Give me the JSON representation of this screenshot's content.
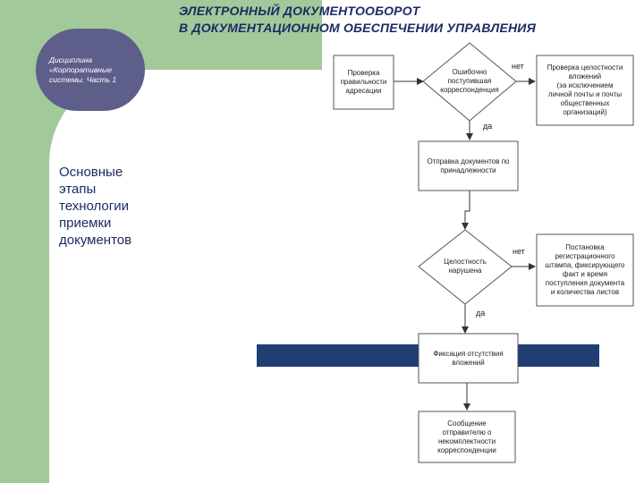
{
  "header": {
    "line1": "ЭЛЕКТРОННЫЙ  ДОКУМЕНТООБОРОТ",
    "line2": "В ДОКУМЕНТАЦИОННОМ ОБЕСПЕЧЕНИИ УПРАВЛЕНИЯ"
  },
  "discipline": "Дисциплина\n«Корпоративные\nсистемы. Часть 1",
  "main_label": "Основные\nэтапы\nтехнологии\nприемки\nдокументов",
  "nodes": {
    "check_address": "Проверка\nправильности\nадресации",
    "wrong_delivery": "Ошибочно\nпоступившая\nкорреспонденция",
    "integrity_check": "Проверка целостности\nвложений\n(за исключением\nличной почты и почты\nобщественных\nорганизаций)",
    "forward": "Отправка документов по\nпринадлежности",
    "integrity_broken": "Целостность\nнарушена",
    "stamp": "Постановка\nрегистрационного\nштампа, фиксирующего\nфакт и время\nпоступления документа\nи количества листов",
    "fix_missing": "Фиксация отсутствия\nвложений",
    "notify_sender": "Сообщение\nотправителю о\nнекомплектности\nкорреспонденции"
  },
  "edge_labels": {
    "no1": "нет",
    "yes1": "да",
    "no2": "нет",
    "yes2": "да"
  }
}
